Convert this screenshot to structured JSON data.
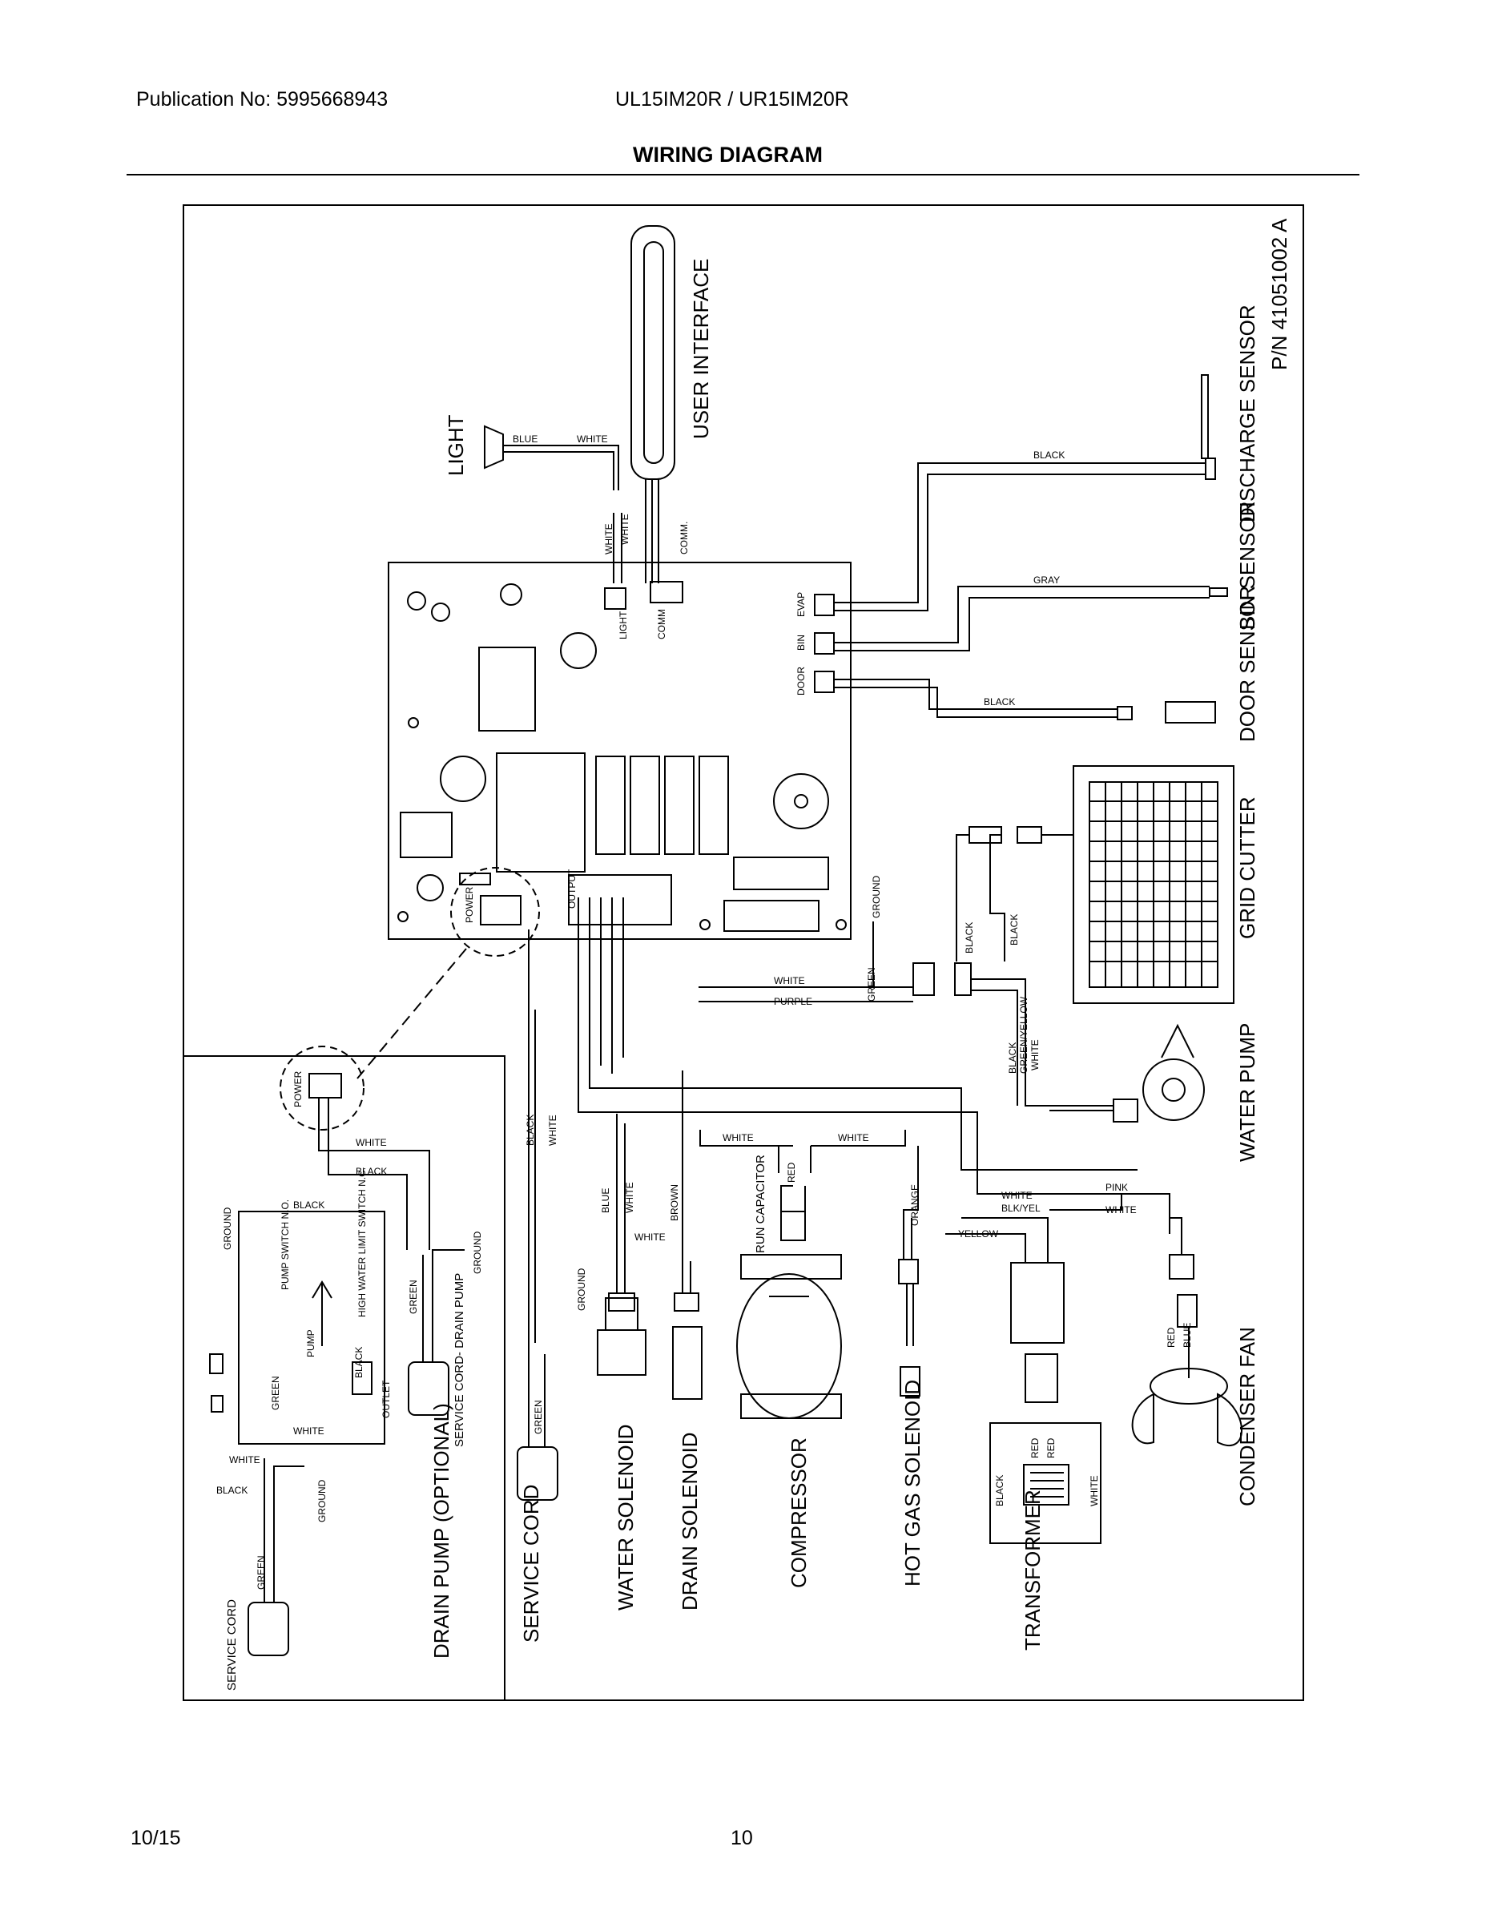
{
  "header": {
    "publication": "Publication No: 5995668943",
    "models": "UL15IM20R / UR15IM20R",
    "title": "WIRING DIAGRAM"
  },
  "footer": {
    "date": "10/15",
    "page": "10"
  },
  "diagram": {
    "part_number": "P/N 41051002 A",
    "components": {
      "user_interface": "USER INTERFACE",
      "light": "LIGHT",
      "discharge_sensor": "DISCHARGE SENSOR",
      "bin_sensor": "BIN SENSOR",
      "door_sensor": "DOOR SENSOR",
      "grid_cutter": "GRID CUTTER",
      "water_pump": "WATER PUMP",
      "condenser_fan": "CONDENSER FAN",
      "transformer": "TRANSFORMER",
      "hot_gas_solenoid": "HOT GAS SOLENOID",
      "compressor": "COMPRESSOR",
      "run_capacitor": "RUN CAPACITOR",
      "drain_solenoid": "DRAIN SOLENOID",
      "water_solenoid": "WATER SOLENOID",
      "service_cord": "SERVICE CORD",
      "service_cord_drain_pump": "SERVICE CORD- DRAIN PUMP",
      "drain_pump": "DRAIN PUMP (OPTIONAL)",
      "pump_switch": "PUMP SWITCH N.O.",
      "high_water_switch": "HIGH WATER LIMIT SWITCH N.C.",
      "pump": "PUMP",
      "outlet": "OUTLET"
    },
    "connectors": {
      "light": "LIGHT",
      "comm": "COMM",
      "comm_wire": "COMM.",
      "evap": "EVAP",
      "bin": "BIN",
      "door": "DOOR",
      "power": "POWER",
      "output": "OUTPUT",
      "ground": "GROUND"
    },
    "wires": {
      "white": "WHITE",
      "black": "BLACK",
      "blue": "BLUE",
      "red": "RED",
      "gray": "GRAY",
      "green": "GREEN",
      "brown": "BROWN",
      "purple": "PURPLE",
      "orange": "ORANGE",
      "pink": "PINK",
      "yellow": "YELLOW",
      "blk_yel": "BLK/YEL",
      "green_yellow": "GREEN/YELLOW"
    }
  }
}
